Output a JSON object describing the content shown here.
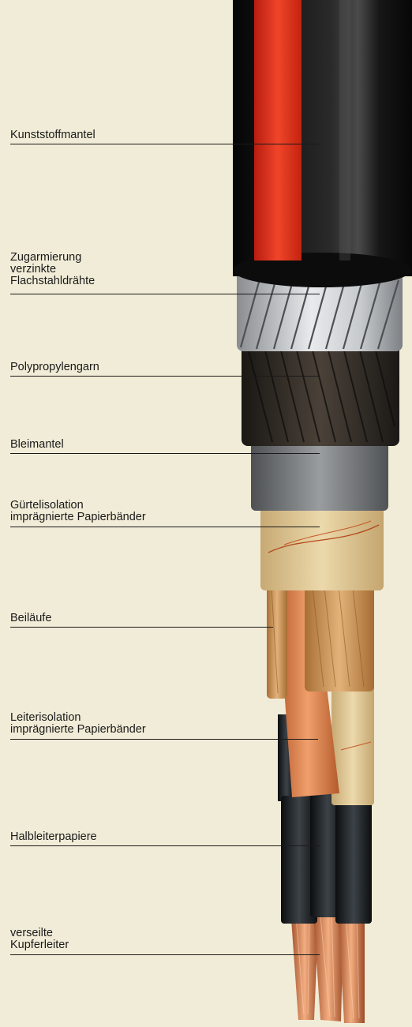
{
  "labels": [
    {
      "id": "kunststoffmantel",
      "lines": [
        "Kunststoffmantel"
      ]
    },
    {
      "id": "zugarmierung",
      "lines": [
        "Zugarmierung",
        "verzinkte",
        "Flachstahldrähte"
      ]
    },
    {
      "id": "polypropylengarn",
      "lines": [
        "Polypropylengarn"
      ]
    },
    {
      "id": "bleimantel",
      "lines": [
        "Bleimantel"
      ]
    },
    {
      "id": "guertelisolation",
      "lines": [
        "Gürtelisolation",
        "imprägnierte Papierbänder"
      ]
    },
    {
      "id": "beilaeufe",
      "lines": [
        "Beiläufe"
      ]
    },
    {
      "id": "leiterisolation",
      "lines": [
        "Leiterisolation",
        "imprägnierte Papierbänder"
      ]
    },
    {
      "id": "halbleiterpapiere",
      "lines": [
        "Halbleiterpapiere"
      ]
    },
    {
      "id": "kupferleiter",
      "lines": [
        "verseilte",
        "Kupferleiter"
      ]
    }
  ],
  "colors": {
    "background": "#f1ecd7",
    "outer_sheath": "#121212",
    "red_stripe": "#e0321c",
    "steel_armor": "#b9bcc0",
    "polypropylene_yarn": "#2b2620",
    "lead_sheath": "#6f7275",
    "paper_belt": "#d9c08c",
    "filler": "#c9944e",
    "conductor_insulation": "#d97a44",
    "semiconductor_paper": "#1e2226",
    "copper": "#d27a4a"
  }
}
